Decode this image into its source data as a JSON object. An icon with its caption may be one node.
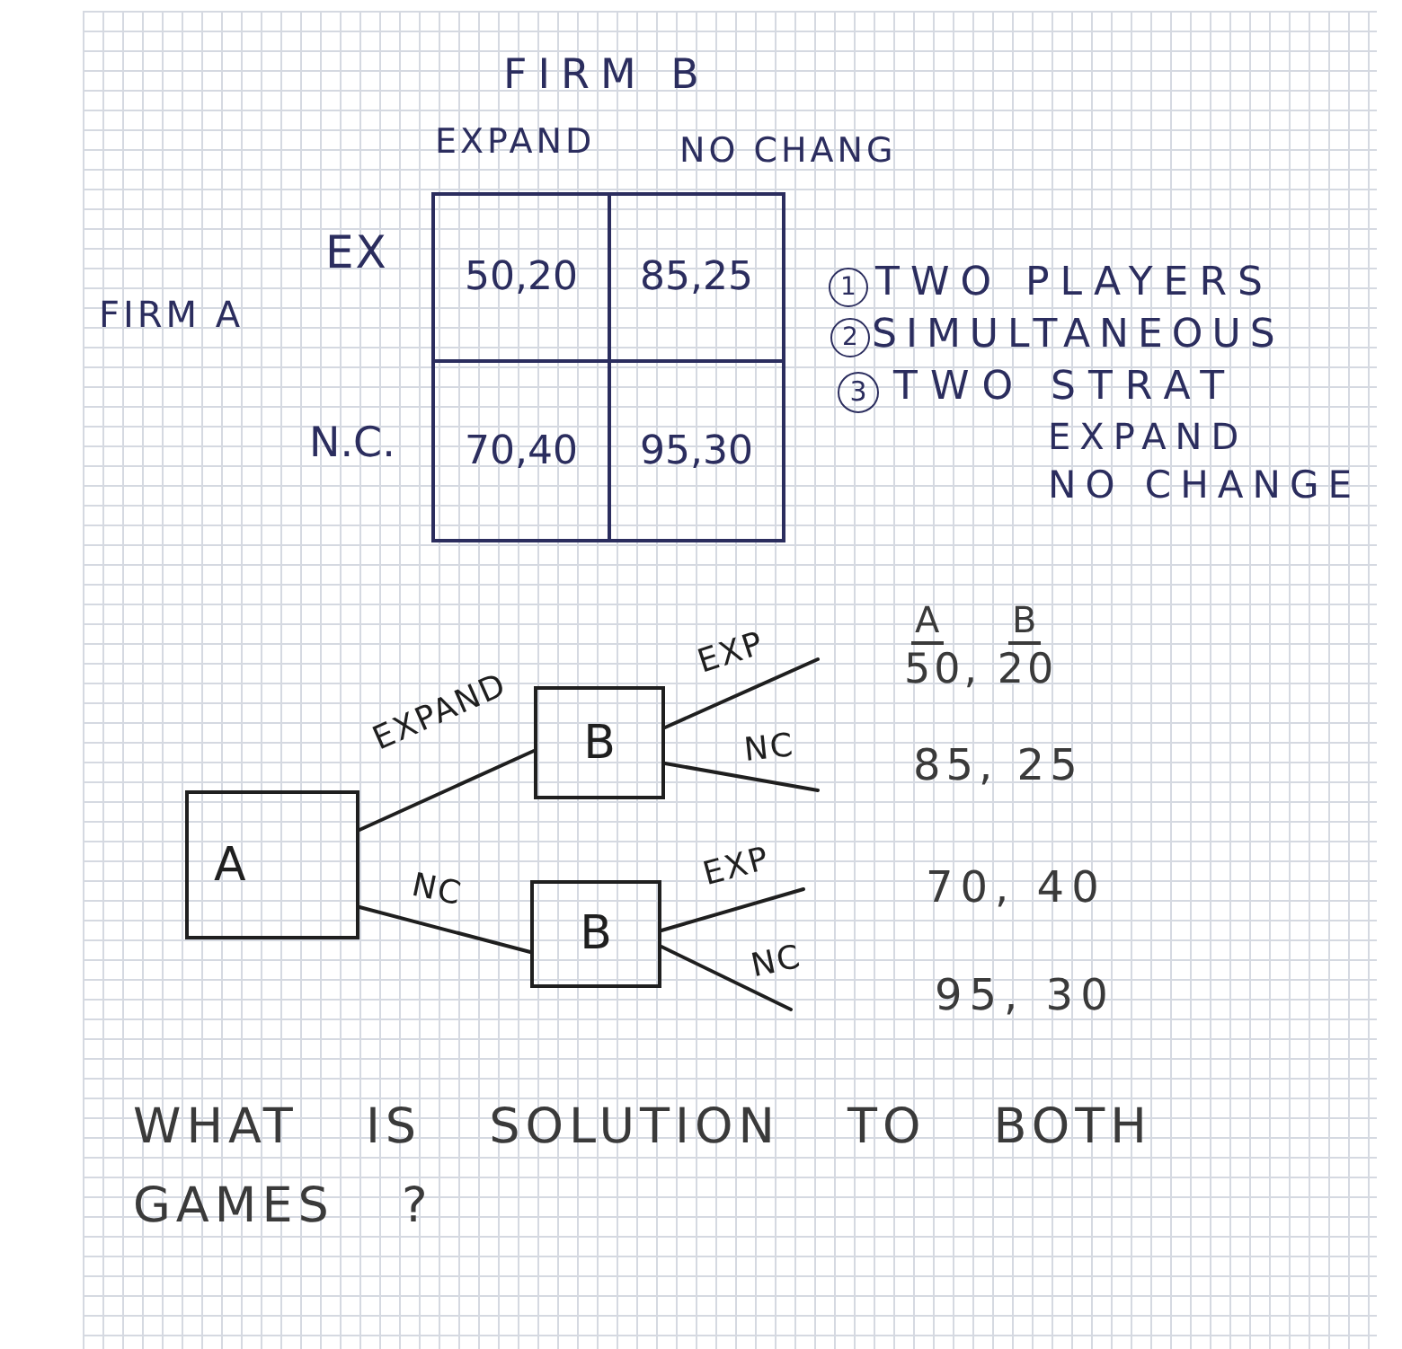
{
  "diagram": {
    "nodes": [
      {
        "text": [
          "A"
        ]
      },
      {
        "text": [
          "B"
        ]
      },
      {
        "text": [
          "B"
        ]
      }
    ],
    "edges": [
      {
        "from": 0,
        "to": 1,
        "arrow": "none",
        "label": "EXPAND"
      },
      {
        "from": 0,
        "to": 2,
        "arrow": "none",
        "label": "NC"
      },
      {
        "from": 1,
        "to": null,
        "arrow": "none",
        "label": "EXP"
      },
      {
        "from": 1,
        "to": null,
        "arrow": "none",
        "label": "NC"
      },
      {
        "from": 2,
        "to": null,
        "arrow": "none",
        "label": "EXP"
      },
      {
        "from": 2,
        "to": null,
        "arrow": "none",
        "label": "NC"
      }
    ],
    "labels": [
      "FIRM B",
      "EXPAND",
      "NO CHANG",
      "EX",
      "50,20",
      "85,25",
      "1",
      "TWO PLAYERS",
      "FIRM A",
      "2",
      "SIMULTANEOUS",
      "N.C.",
      "70,40",
      "95,30",
      "3",
      "TWO STRAT",
      "EXPAND",
      "NO CHANGE",
      "A",
      "B",
      "50, 20",
      "85, 25",
      "70, 40",
      "95, 30",
      "WHAT IS SOLUTION TO BOTH GAMES ?"
    ]
  }
}
